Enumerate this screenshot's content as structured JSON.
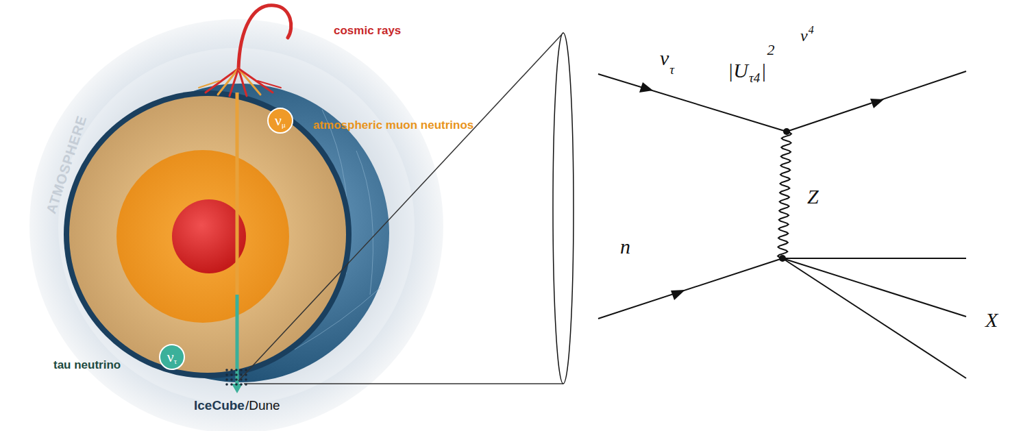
{
  "diagram": {
    "nodes": [
      {
        "text": [
          "ν",
          "μ"
        ]
      },
      {
        "text": [
          "ν",
          "τ"
        ]
      }
    ],
    "labels": [
      "cosmic rays",
      "atmospheric muon neutrinos",
      "ATMOSPHERE",
      "tau neutrino",
      "IceCube",
      "/Dune",
      "ν",
      "τ",
      "|U",
      "τ4",
      "|",
      "2",
      "ν",
      "4",
      "Z",
      "n",
      "X"
    ]
  }
}
